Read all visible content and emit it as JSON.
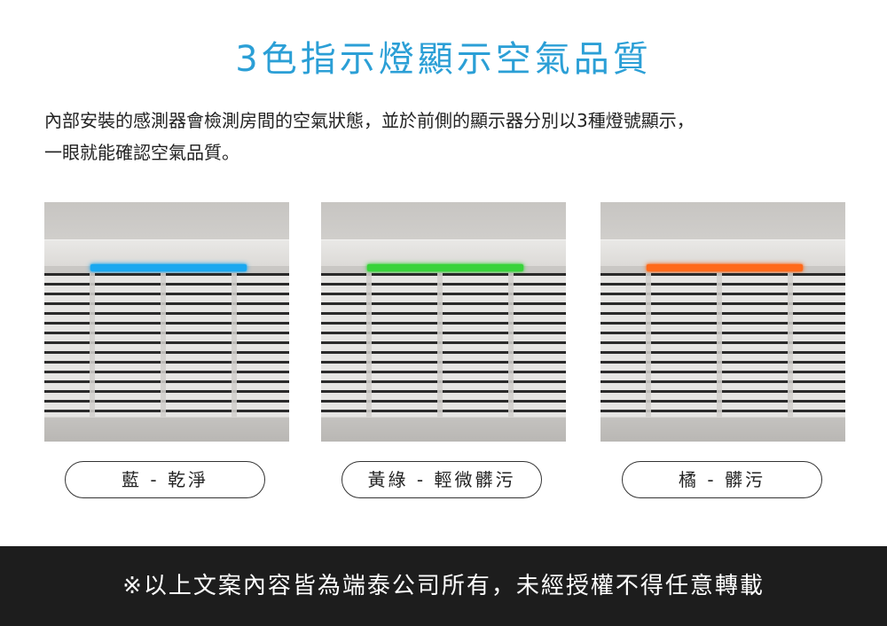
{
  "title": "3色指示燈顯示空氣品質",
  "description": {
    "line1": "內部安裝的感測器會檢測房間的空氣狀態，並於前側的顯示器分別以3種燈號顯示，",
    "line2": "一眼就能確認空氣品質。"
  },
  "indicators": [
    {
      "label": "藍 - 乾淨",
      "led_color": "#1aa8f0"
    },
    {
      "label": "黃綠 - 輕微髒污",
      "led_color": "#38d33a"
    },
    {
      "label": "橘 - 髒污",
      "led_color": "#ff6a1a"
    }
  ],
  "footer": {
    "text": "※以上文案內容皆為端泰公司所有，未經授權不得任意轉載"
  },
  "colors": {
    "title": "#2b9fd6",
    "footer_bg": "#1d1d1d"
  }
}
